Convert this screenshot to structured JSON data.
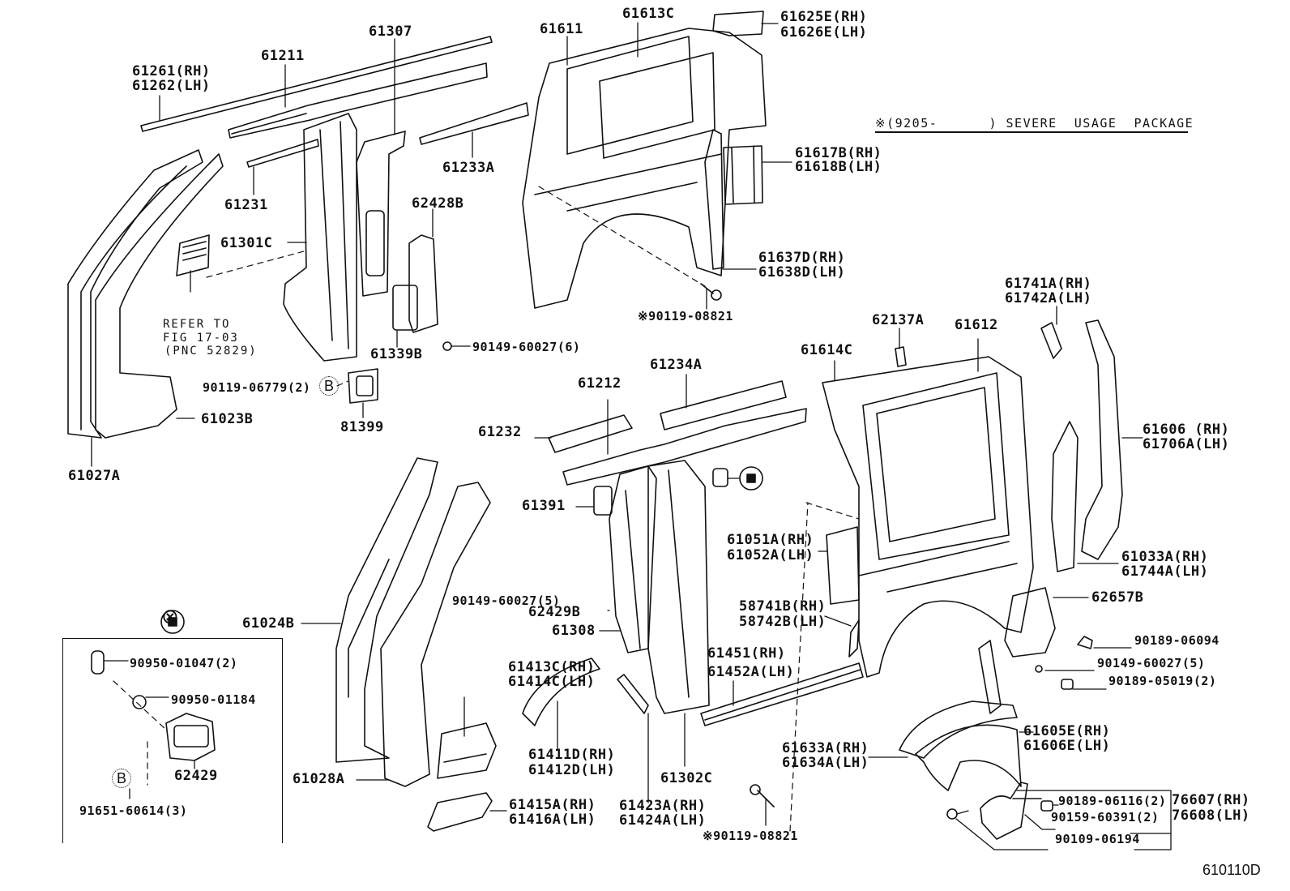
{
  "diagram": {
    "figure_code": "610110D",
    "severe_usage_note": {
      "mark": "※",
      "text": "(9205-      ) SEVERE  USAGE  PACKAGE"
    },
    "detail_marker": "⊗",
    "refer_note": [
      "REFER TO",
      "FIG 17-03",
      "(PNC 52829)"
    ],
    "callout_letter": "B",
    "parts": {
      "p61261": "61261(RH)",
      "p61262": "61262(LH)",
      "p61211": "61211",
      "p61307": "61307",
      "p61611": "61611",
      "p61613C": "61613C",
      "p61625E": "61625E(RH)",
      "p61626E": "61626E(LH)",
      "p61233A": "61233A",
      "p61231": "61231",
      "p62428B": "62428B",
      "p61617B": "61617B(RH)",
      "p61618B": "61618B(LH)",
      "p61301C": "61301C",
      "p61637D": "61637D(RH)",
      "p61638D": "61638D(LH)",
      "p90119_08821_a": "※90119-08821",
      "p61741A": "61741A(RH)",
      "p61742A": "61742A(LH)",
      "p61339B": "61339B",
      "p90149_60027_6": "90149-60027(6)",
      "p62137A": "62137A",
      "p61612": "61612",
      "p61614C": "61614C",
      "p61234A": "61234A",
      "p90119_06779": "90119-06779(2)",
      "p61023B": "61023B",
      "p81399": "81399",
      "p61212": "61212",
      "p61232": "61232",
      "p61606": "61606 (RH)",
      "p61706A": "61706A(LH)",
      "p61027A": "61027A",
      "p61391": "61391",
      "p61051A": "61051A(RH)",
      "p61052A": "61052A(LH)",
      "p61033A": "61033A(RH)",
      "p61744A": "61744A(LH)",
      "p90149_60027_5a": "90149-60027(5)",
      "p62429B": "62429B",
      "p62657B": "62657B",
      "p61024B": "61024B",
      "p61308": "61308",
      "p58741B": "58741B(RH)",
      "p58742B": "58742B(LH)",
      "p90189_06094": "90189-06094",
      "p90149_60027_5b": "90149-60027(5)",
      "p61451": "61451(RH)",
      "p61452A": "61452A(LH)",
      "p90189_05019": "90189-05019(2)",
      "p90950_01047": "90950-01047(2)",
      "p61413C": "61413C(RH)",
      "p61414C": "61414C(LH)",
      "p90950_01184": "90950-01184",
      "p61605E": "61605E(RH)",
      "p61606E": "61606E(LH)",
      "p61411D": "61411D(RH)",
      "p61412D": "61412D(LH)",
      "p61302C": "61302C",
      "p61633A": "61633A(RH)",
      "p61634A": "61634A(LH)",
      "p62429": "62429",
      "p61028A": "61028A",
      "p91651_60614": "91651-60614(3)",
      "p61415A": "61415A(RH)",
      "p61416A": "61416A(LH)",
      "p61423A": "61423A(RH)",
      "p61424A": "61424A(LH)",
      "p90189_06116": "90189-06116(2)",
      "p90159_60391": "90159-60391(2)",
      "p90109_06194": "90109-06194",
      "p76607": "76607(RH)",
      "p76608": "76608(LH)",
      "p90119_08821_b": "※90119-08821"
    }
  }
}
